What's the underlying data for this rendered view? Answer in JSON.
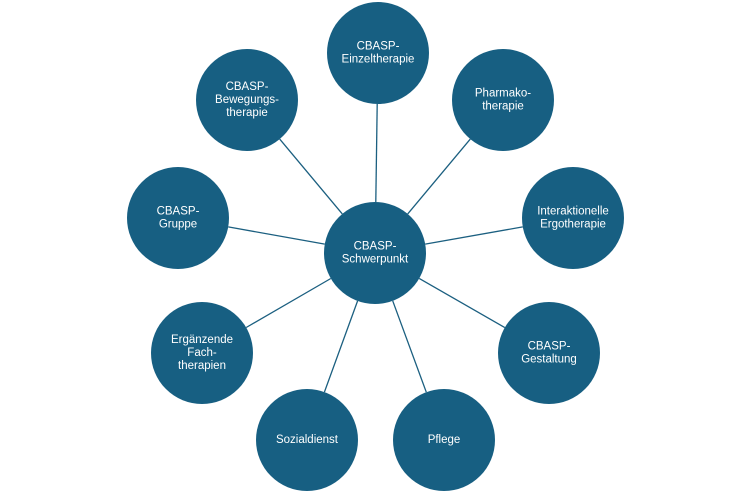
{
  "diagram": {
    "center": {
      "lines": [
        "CBASP-",
        "Schwerpunkt"
      ]
    },
    "satellites": [
      {
        "id": "einzeltherapie",
        "lines": [
          "CBASP-",
          "Einzeltherapie"
        ]
      },
      {
        "id": "pharmakotherapie",
        "lines": [
          "Pharmako-",
          "therapie"
        ]
      },
      {
        "id": "ergotherapie",
        "lines": [
          "Interaktionelle",
          "Ergotherapie"
        ]
      },
      {
        "id": "gestaltung",
        "lines": [
          "CBASP-",
          "Gestaltung"
        ]
      },
      {
        "id": "pflege",
        "lines": [
          "Pflege"
        ]
      },
      {
        "id": "sozialdienst",
        "lines": [
          "Sozialdienst"
        ]
      },
      {
        "id": "fachtherapien",
        "lines": [
          "Ergänzende",
          "Fach-",
          "therapien"
        ]
      },
      {
        "id": "gruppe",
        "lines": [
          "CBASP-",
          "Gruppe"
        ]
      },
      {
        "id": "bewegungstherapie",
        "lines": [
          "CBASP-",
          "Bewegungs-",
          "therapie"
        ]
      }
    ]
  }
}
